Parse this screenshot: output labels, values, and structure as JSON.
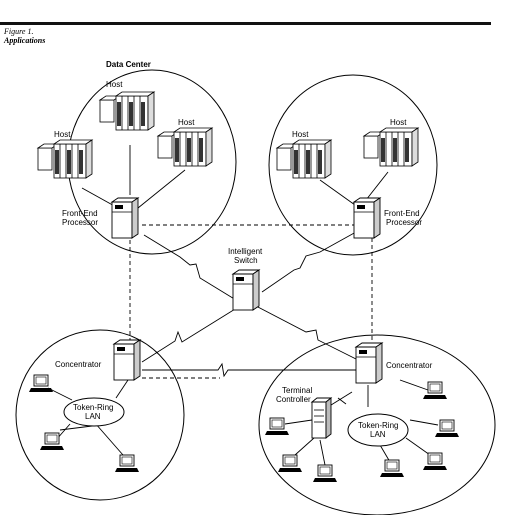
{
  "figure": {
    "number": "Figure 1.",
    "caption": "Applications"
  },
  "labels": {
    "data_center": "Data Center",
    "host": "Host",
    "front_end_processor_1": "Front-End",
    "front_end_processor_2": "Processor",
    "intelligent_switch_1": "Intelligent",
    "intelligent_switch_2": "Switch",
    "concentrator": "Concentrator",
    "terminal_controller_1": "Terminal",
    "terminal_controller_2": "Controller",
    "token_ring_1": "Token-Ring",
    "token_ring_2": "LAN"
  }
}
